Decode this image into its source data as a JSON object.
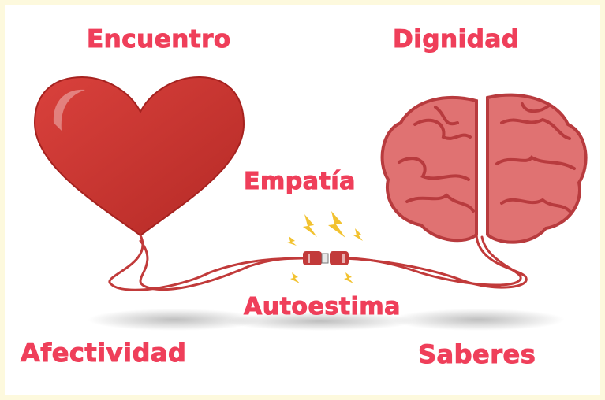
{
  "words": {
    "encuentro": "Encuentro",
    "dignidad": "Dignidad",
    "empatia": "Empatía",
    "autoestima": "Autoestima",
    "afectividad": "Afectividad",
    "saberes": "Saberes"
  },
  "icons": [
    "heart-icon",
    "brain-icon",
    "plug-connector-icon",
    "spark-icon"
  ],
  "colors": {
    "text": "#ef3f5a",
    "heart": "#c9302c",
    "brain": "#e07272",
    "brain_outline": "#b83b3e",
    "cable": "#c13a3a",
    "spark": "#f2c230",
    "background_border": "#fdf9dd"
  }
}
